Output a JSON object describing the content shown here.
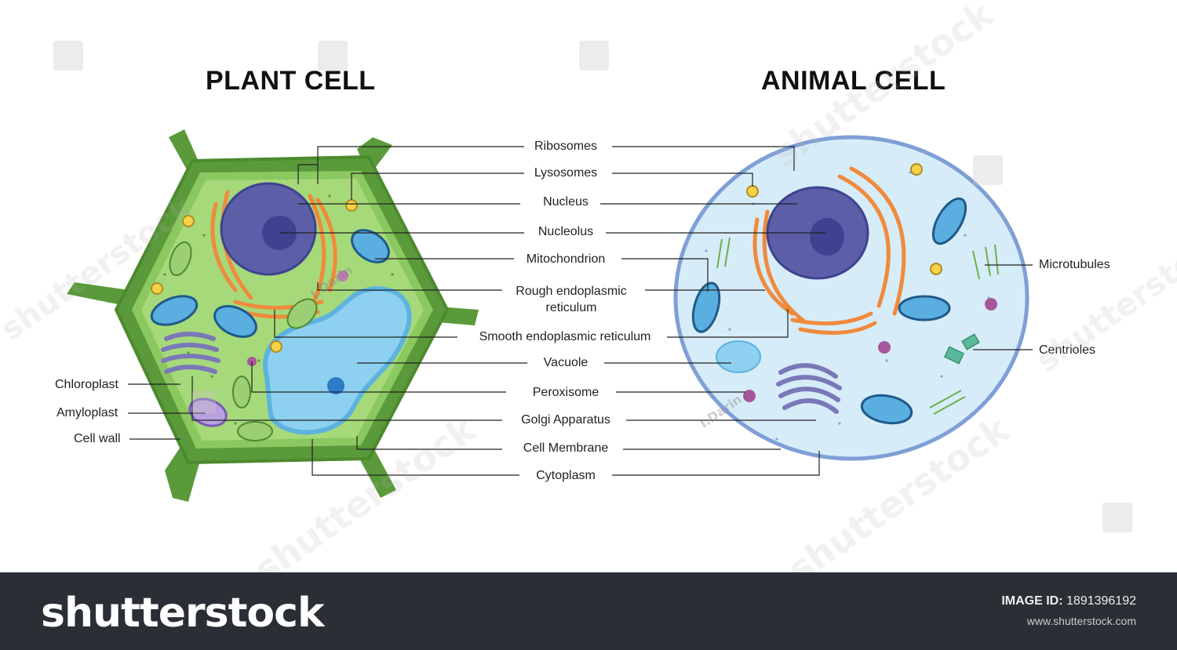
{
  "titles": {
    "plant": "PLANT CELL",
    "animal": "ANIMAL CELL"
  },
  "center_labels": [
    "Ribosomes",
    "Lysosomes",
    "Nucleus",
    "Nucleolus",
    "Mitochondrion",
    "Rough endoplasmic reticulum",
    "Smooth endoplasmic reticulum",
    "Vacuole",
    "Peroxisome",
    "Golgi Apparatus",
    "Cell Membrane",
    "Cytoplasm"
  ],
  "plant_labels": [
    "Chloroplast",
    "Amyloplast",
    "Cell wall"
  ],
  "animal_labels": [
    "Microtubules",
    "Centrioles"
  ],
  "watermarks": {
    "site_text": "shutterstock",
    "author": "I.Darin"
  },
  "footer": {
    "brand": "shutterstock",
    "image_id_label": "IMAGE ID:",
    "image_id": "1891396192",
    "site": "www.shutterstock.com"
  },
  "colors": {
    "plant_wall": "#5a9a3a",
    "plant_cytoplasm": "#a6d97a",
    "nucleus": "#5c5fa8",
    "er": "#f08a3c",
    "mitochondrion": "#5aaee0",
    "vacuole": "#8ed0f0",
    "animal_cytoplasm": "#d6ecf8",
    "animal_membrane": "#7f9fd6",
    "golgi": "#7a78b8",
    "footer_bg": "#2a2e35"
  }
}
